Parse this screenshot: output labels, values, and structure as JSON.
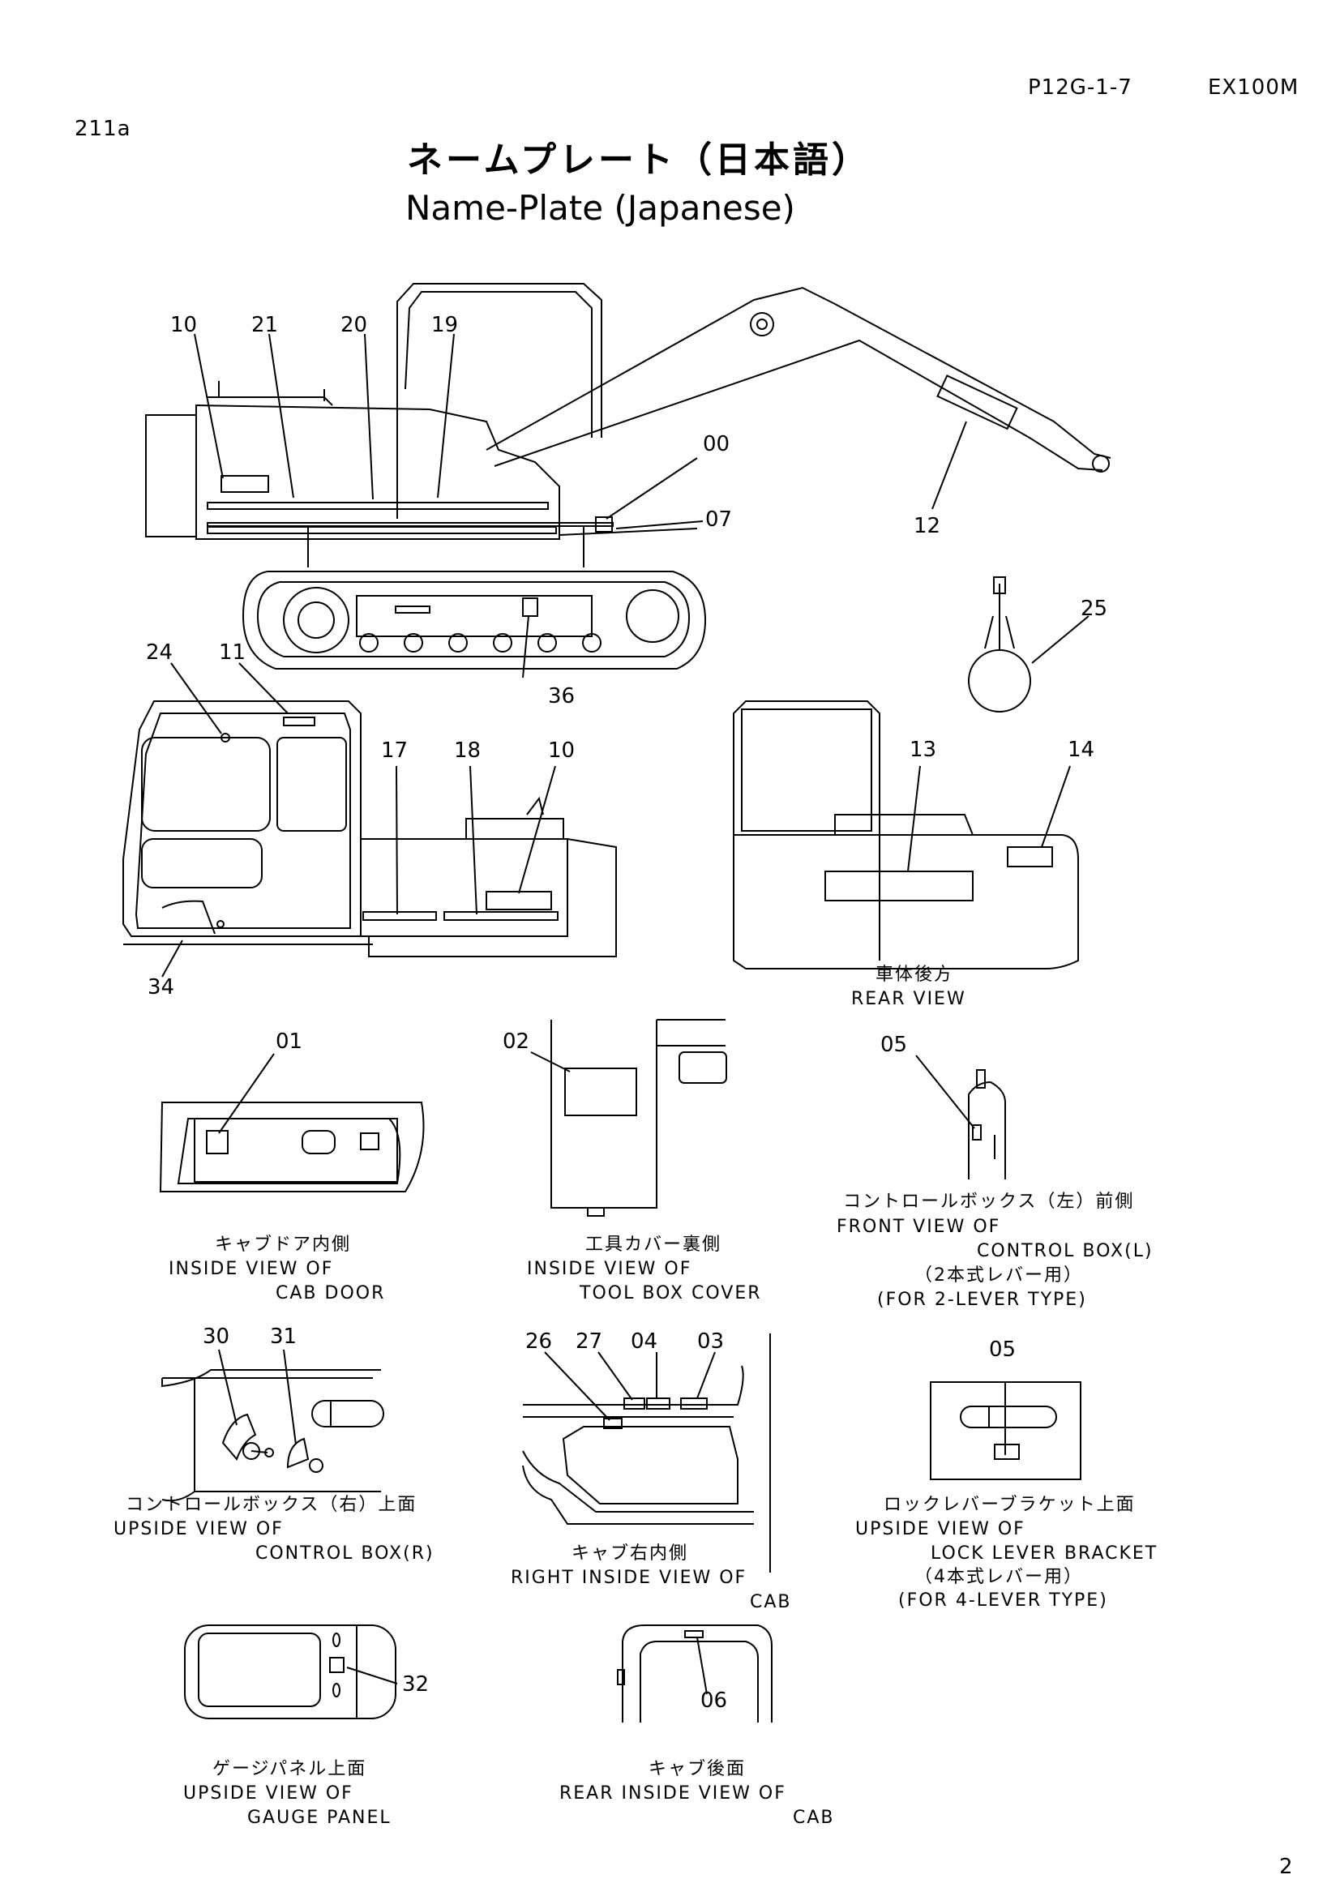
{
  "header": {
    "code": "P12G-1-7",
    "model": "EX100M",
    "ref": "211a",
    "page_number": "2"
  },
  "title": {
    "jp": "ネームプレート（日本語）",
    "en": "Name-Plate (Japanese)"
  },
  "callouts": {
    "main_10": "10",
    "main_21": "21",
    "main_20": "20",
    "main_19": "19",
    "main_00": "00",
    "main_07": "07",
    "main_12": "12",
    "main_25": "25",
    "main_36": "36",
    "side_24": "24",
    "side_11": "11",
    "side_17": "17",
    "side_18": "18",
    "side_10": "10",
    "side_34": "34",
    "rear_13": "13",
    "rear_14": "14",
    "v01": "01",
    "v02": "02",
    "v05a": "05",
    "v30": "30",
    "v31": "31",
    "v26": "26",
    "v27": "27",
    "v04": "04",
    "v03": "03",
    "v05b": "05",
    "v32": "32",
    "v06": "06"
  },
  "captions": {
    "rear_view": {
      "jp": "車体後方",
      "en": "REAR VIEW"
    },
    "cab_door": {
      "jp": "キャブドア内側",
      "en1": "INSIDE VIEW OF",
      "en2": "CAB DOOR"
    },
    "tool_box": {
      "jp": "工具カバー裏側",
      "en1": "INSIDE VIEW OF",
      "en2": "TOOL BOX COVER"
    },
    "control_box_l": {
      "jp": "コントロールボックス（左）前側",
      "en1": "FRONT VIEW OF",
      "en2": "CONTROL BOX(L)",
      "jp2": "（2本式レバー用）",
      "en3": "(FOR 2-LEVER TYPE)"
    },
    "control_box_r": {
      "jp": "コントロールボックス（右）上面",
      "en1": "UPSIDE VIEW OF",
      "en2": "CONTROL BOX(R)"
    },
    "cab_right": {
      "jp": "キャブ右内側",
      "en1": "RIGHT INSIDE VIEW OF",
      "en2": "CAB"
    },
    "lock_lever": {
      "jp": "ロックレバーブラケット上面",
      "en1": "UPSIDE VIEW OF",
      "en2": "LOCK LEVER BRACKET",
      "jp2": "（4本式レバー用）",
      "en3": "(FOR 4-LEVER TYPE)"
    },
    "gauge_panel": {
      "jp": "ゲージパネル上面",
      "en1": "UPSIDE VIEW OF",
      "en2": "GAUGE PANEL"
    },
    "cab_rear": {
      "jp": "キャブ後面",
      "en1": "REAR INSIDE VIEW OF",
      "en2": "CAB"
    }
  }
}
